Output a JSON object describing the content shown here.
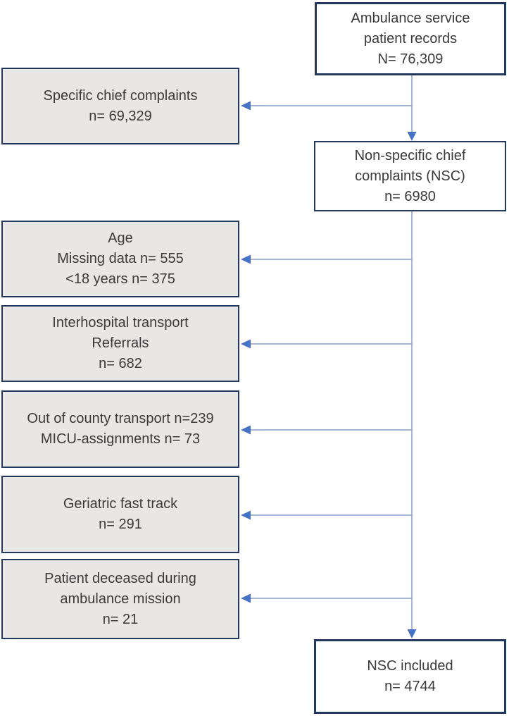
{
  "diagram": {
    "type": "flowchart",
    "colors": {
      "box_border": "#24385e",
      "exclusion_box_fill": "#e9e7e6",
      "main_box_fill": "#ffffff",
      "connector_line": "#869dc7",
      "arrow_head": "#4472c4",
      "text": "#3a3a3a",
      "background": "#ffffff"
    },
    "main_boxes": [
      {
        "id": "source",
        "lines": [
          "Ambulance service",
          "patient records",
          "N= 76,309"
        ]
      },
      {
        "id": "nsc",
        "lines": [
          "Non-specific chief",
          "complaints (NSC)",
          "n= 6980"
        ]
      },
      {
        "id": "included",
        "lines": [
          "NSC included",
          "n= 4744"
        ]
      }
    ],
    "exclusion_boxes": [
      {
        "id": "specific",
        "lines": [
          "Specific chief complaints",
          "n= 69,329"
        ]
      },
      {
        "id": "age",
        "lines": [
          "Age",
          "Missing data n= 555",
          "<18 years n= 375"
        ]
      },
      {
        "id": "interhospital",
        "lines": [
          "Interhospital transport",
          "Referrals",
          "n= 682"
        ]
      },
      {
        "id": "county",
        "lines": [
          "Out of county transport n=239",
          "MICU-assignments n= 73"
        ]
      },
      {
        "id": "geriatric",
        "lines": [
          "Geriatric fast track",
          "n= 291"
        ]
      },
      {
        "id": "deceased",
        "lines": [
          "Patient deceased during",
          "ambulance mission",
          "n= 21"
        ]
      }
    ],
    "edges": [
      {
        "from": "source",
        "to": "nsc",
        "direction": "down"
      },
      {
        "from": "source",
        "to": "specific",
        "direction": "left"
      },
      {
        "from": "nsc",
        "to": "age",
        "direction": "left"
      },
      {
        "from": "nsc",
        "to": "interhospital",
        "direction": "left"
      },
      {
        "from": "nsc",
        "to": "county",
        "direction": "left"
      },
      {
        "from": "nsc",
        "to": "geriatric",
        "direction": "left"
      },
      {
        "from": "nsc",
        "to": "deceased",
        "direction": "left"
      },
      {
        "from": "nsc",
        "to": "included",
        "direction": "down"
      }
    ]
  }
}
